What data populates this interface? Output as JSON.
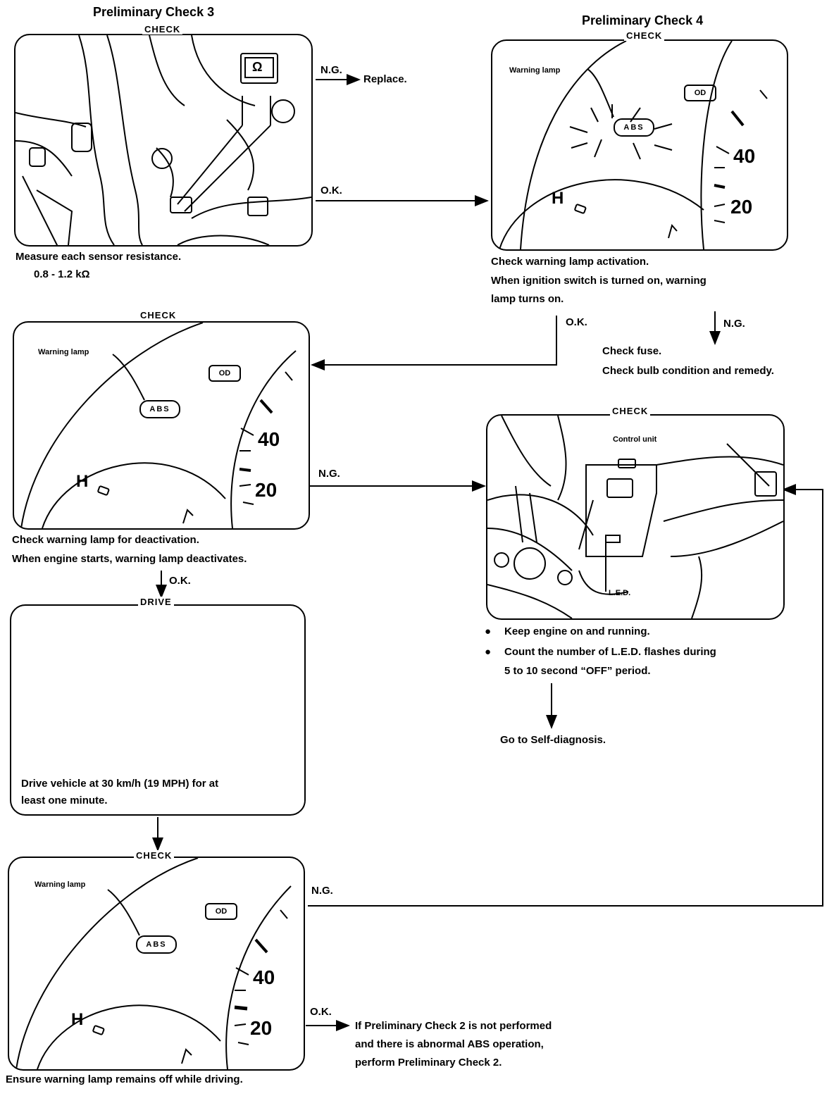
{
  "prelim3": {
    "title": "Preliminary Check 3",
    "panel_label": "CHECK",
    "meter_symbol": "Ω",
    "ng_label": "N.G.",
    "ng_action": "Replace.",
    "ok_label": "O.K.",
    "caption_line1": "Measure each sensor resistance.",
    "caption_line2": "0.8 - 1.2 kΩ"
  },
  "prelim4": {
    "title": "Preliminary Check 4",
    "panel_label": "CHECK",
    "warning_lamp_label": "Warning lamp",
    "abs_text": "ABS",
    "caption_line1": "Check warning lamp activation.",
    "caption_line2": "When ignition switch is turned on, warning",
    "caption_line3": "lamp turns on.",
    "ok_label": "O.K.",
    "ng_label": "N.G.",
    "ng_action_line1": "Check fuse.",
    "ng_action_line2": "Check bulb condition and remedy."
  },
  "deactivation": {
    "panel_label": "CHECK",
    "warning_lamp_label": "Warning lamp",
    "abs_text": "ABS",
    "caption_line1": "Check warning lamp for deactivation.",
    "caption_line2": "When engine starts, warning lamp deactivates.",
    "ng_label": "N.G.",
    "ok_label": "O.K."
  },
  "control_unit": {
    "panel_label": "CHECK",
    "control_unit_label": "Control unit",
    "led_label": "L.E.D.",
    "bullet1": "Keep engine on and running.",
    "bullet2_line1": "Count the number of L.E.D. flashes during",
    "bullet2_line2": "5 to 10 second “OFF” period.",
    "goto": "Go to Self-diagnosis."
  },
  "drive": {
    "panel_label": "DRIVE",
    "text_line1": "Drive vehicle at 30 km/h (19 MPH) for at",
    "text_line2": "least one minute."
  },
  "remains_off": {
    "panel_label": "CHECK",
    "warning_lamp_label": "Warning lamp",
    "abs_text": "ABS",
    "ng_label": "N.G.",
    "ok_label": "O.K.",
    "ok_action_line1": "If Preliminary Check 2 is not performed",
    "ok_action_line2": "and there is abnormal ABS operation,",
    "ok_action_line3": "perform Preliminary Check 2.",
    "caption": "Ensure warning lamp remains off while driving."
  },
  "gauge": {
    "speed_high": "40",
    "speed_low": "20",
    "temp_h": "H",
    "odo": "OD"
  }
}
